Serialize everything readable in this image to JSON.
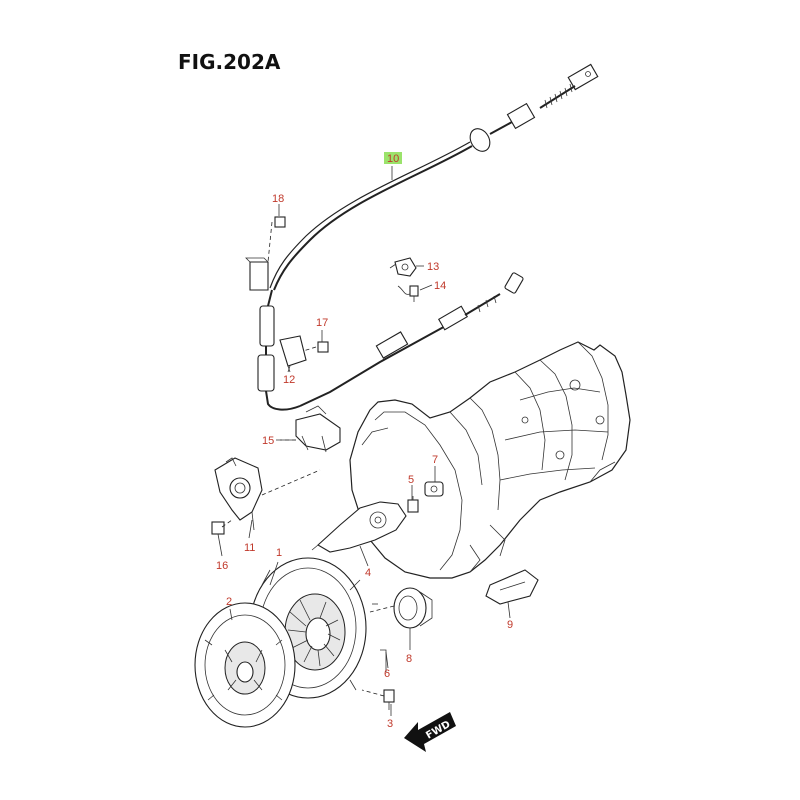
{
  "figure": {
    "title": "FIG.202A"
  },
  "callouts": [
    {
      "num": "1"
    },
    {
      "num": "2"
    },
    {
      "num": "3"
    },
    {
      "num": "4"
    },
    {
      "num": "5"
    },
    {
      "num": "6"
    },
    {
      "num": "7"
    },
    {
      "num": "8"
    },
    {
      "num": "9"
    },
    {
      "num": "10",
      "highlight": true
    },
    {
      "num": "11"
    },
    {
      "num": "12"
    },
    {
      "num": "13"
    },
    {
      "num": "14"
    },
    {
      "num": "15"
    },
    {
      "num": "16"
    },
    {
      "num": "17"
    },
    {
      "num": "18"
    }
  ],
  "direction_arrow": {
    "label": "FWD"
  },
  "colors": {
    "callout_text": "#c0392b",
    "highlight": "#9be36b",
    "line": "#222222"
  }
}
